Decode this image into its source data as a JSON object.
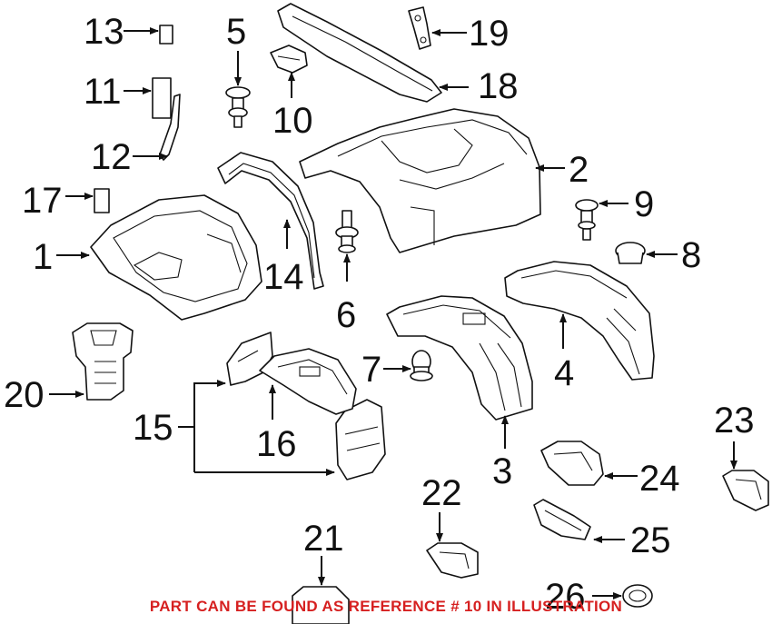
{
  "callouts": [
    {
      "id": "1",
      "label": "1"
    },
    {
      "id": "2",
      "label": "2"
    },
    {
      "id": "3",
      "label": "3"
    },
    {
      "id": "4",
      "label": "4"
    },
    {
      "id": "5",
      "label": "5"
    },
    {
      "id": "6",
      "label": "6"
    },
    {
      "id": "7",
      "label": "7"
    },
    {
      "id": "8",
      "label": "8"
    },
    {
      "id": "9",
      "label": "9"
    },
    {
      "id": "10",
      "label": "10"
    },
    {
      "id": "11",
      "label": "11"
    },
    {
      "id": "12",
      "label": "12"
    },
    {
      "id": "13",
      "label": "13"
    },
    {
      "id": "14",
      "label": "14"
    },
    {
      "id": "15",
      "label": "15"
    },
    {
      "id": "16",
      "label": "16"
    },
    {
      "id": "17",
      "label": "17"
    },
    {
      "id": "18",
      "label": "18"
    },
    {
      "id": "19",
      "label": "19"
    },
    {
      "id": "20",
      "label": "20"
    },
    {
      "id": "21",
      "label": "21"
    },
    {
      "id": "22",
      "label": "22"
    },
    {
      "id": "23",
      "label": "23"
    },
    {
      "id": "24",
      "label": "24"
    },
    {
      "id": "25",
      "label": "25"
    },
    {
      "id": "26",
      "label": "26"
    }
  ],
  "footnote": "PART CAN BE FOUND AS REFERENCE # 10 IN ILLUSTRATION",
  "colors": {
    "footnote": "#d62020",
    "ink": "#111111"
  }
}
